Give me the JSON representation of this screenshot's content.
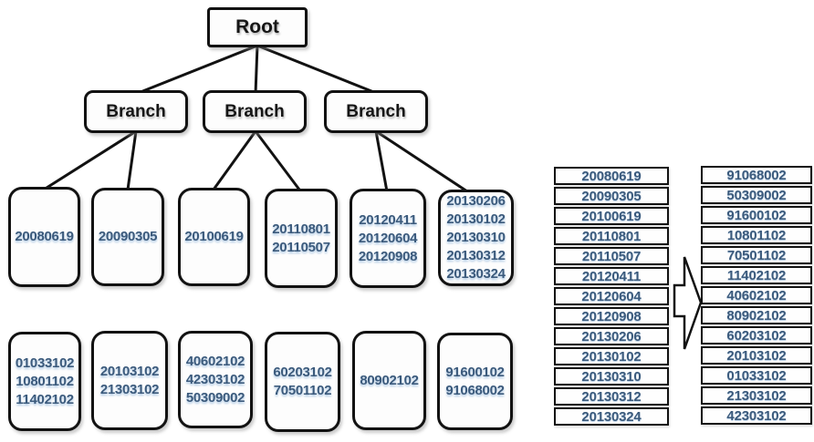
{
  "diagram": {
    "root": {
      "label": "Root"
    },
    "branches": [
      {
        "label": "Branch"
      },
      {
        "label": "Branch"
      },
      {
        "label": "Branch"
      }
    ],
    "leaf_row_top": [
      {
        "values": [
          "20080619"
        ]
      },
      {
        "values": [
          "20090305"
        ]
      },
      {
        "values": [
          "20100619"
        ]
      },
      {
        "values": [
          "20110801",
          "20110507"
        ]
      },
      {
        "values": [
          "20120411",
          "20120604",
          "20120908"
        ]
      },
      {
        "values": [
          "20130206",
          "20130102",
          "20130310",
          "20130312",
          "20130324"
        ]
      }
    ],
    "leaf_row_bottom": [
      {
        "values": [
          "01033102",
          "10801102",
          "11402102"
        ]
      },
      {
        "values": [
          "20103102",
          "21303102"
        ]
      },
      {
        "values": [
          "40602102",
          "42303102",
          "50309002"
        ]
      },
      {
        "values": [
          "60203102",
          "70501102"
        ]
      },
      {
        "values": [
          "80902102"
        ]
      },
      {
        "values": [
          "91600102",
          "91068002"
        ]
      }
    ]
  },
  "tables": {
    "left_rows": [
      "20080619",
      "20090305",
      "20100619",
      "20110801",
      "20110507",
      "20120411",
      "20120604",
      "20120908",
      "20130206",
      "20130102",
      "20130310",
      "20130312",
      "20130324"
    ],
    "right_rows": [
      "91068002",
      "50309002",
      "91600102",
      "10801102",
      "70501102",
      "11402102",
      "40602102",
      "80902102",
      "60203102",
      "20103102",
      "01033102",
      "21303102",
      "42303102"
    ]
  },
  "icons": {
    "transform_arrow": "right-block-arrow"
  },
  "colors": {
    "number_text": "#3b5a7c",
    "box_border": "#121212",
    "label_text": "#161616",
    "background": "#ffffff"
  }
}
